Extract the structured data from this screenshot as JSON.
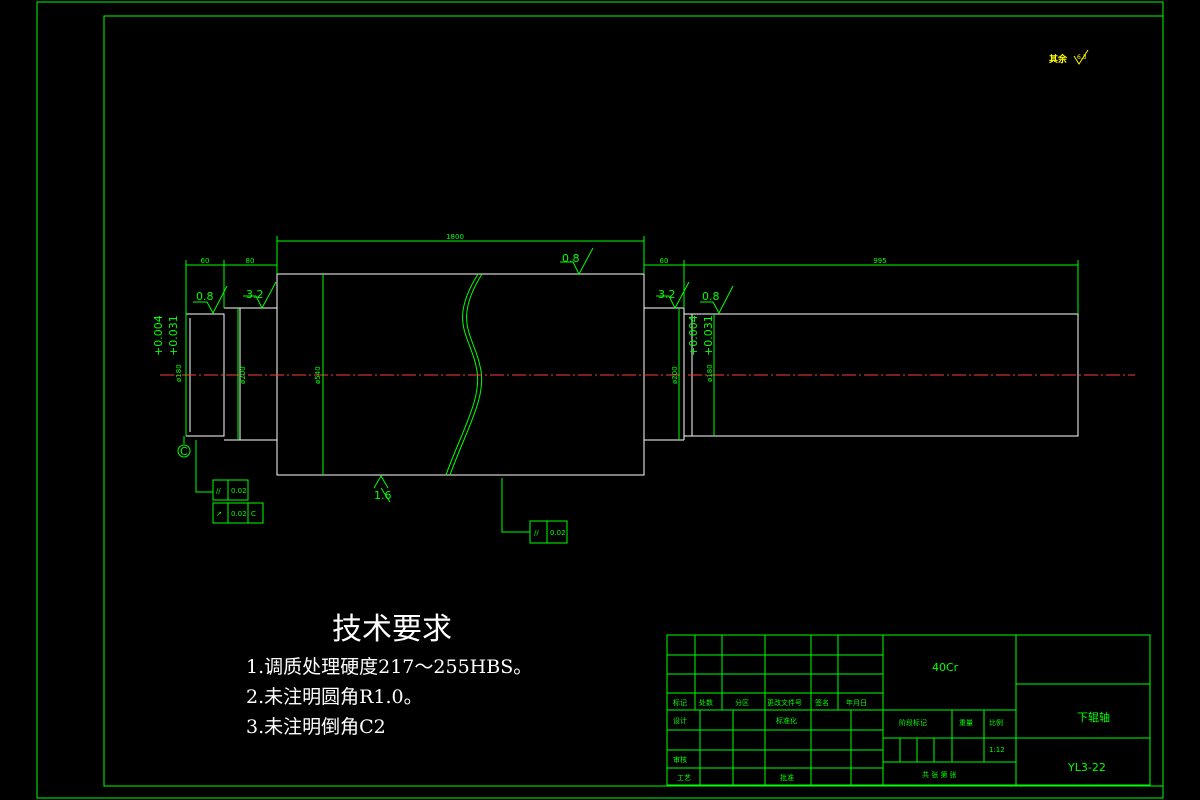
{
  "title_block": {
    "material": "40Cr",
    "part_name": "下辊轴",
    "drawing_number": "YL3-22",
    "scale": "1:12",
    "header_cells": [
      "标记",
      "处数",
      "分区",
      "更改文件号",
      "签名",
      "年月日"
    ],
    "label_design": "设计",
    "label_standardization": "标准化",
    "label_review": "审核",
    "label_process": "工艺",
    "label_approve": "批准",
    "label_stage_mark": "阶段标记",
    "label_weight": "重量",
    "label_ratio": "比例",
    "label_sheets": "共 张  第 张"
  },
  "roughness_note": {
    "label": "其余",
    "value": "6.3"
  },
  "technical_requirements": {
    "title": "技术要求",
    "items": [
      "1.调质处理硬度217～255HBS。",
      "2.未注明圆角R1.0。",
      "3.未注明倒角C2"
    ]
  },
  "dimensions": {
    "overall_roller": "1800",
    "left_journal": "60",
    "left_shoulder": "80",
    "right_shoulder": "60",
    "right_shaft": "995",
    "dia_left_journal": "ø180",
    "dia_left_shoulder": "ø200",
    "dia_roller": "ø540",
    "dia_right_shoulder": "ø200",
    "dia_right_journal": "ø180"
  },
  "tolerances": {
    "left_upper": "+0.031",
    "left_lower": "+0.004",
    "right_upper": "+0.031",
    "right_lower": "+0.004"
  },
  "roughness_marks": {
    "left_journal": "0.8",
    "left_shoulder": "3.2",
    "roller_top": "0.8",
    "roller_bottom": "1.6",
    "right_shoulder": "3.2",
    "right_journal": "0.8"
  },
  "datum": {
    "letter": "C"
  },
  "geometric_tolerance": {
    "frame1_row1": [
      "//",
      "0.02"
    ],
    "frame1_row2": [
      "↗",
      "0.02",
      "C"
    ],
    "frame2": [
      "//",
      "0.02"
    ]
  }
}
